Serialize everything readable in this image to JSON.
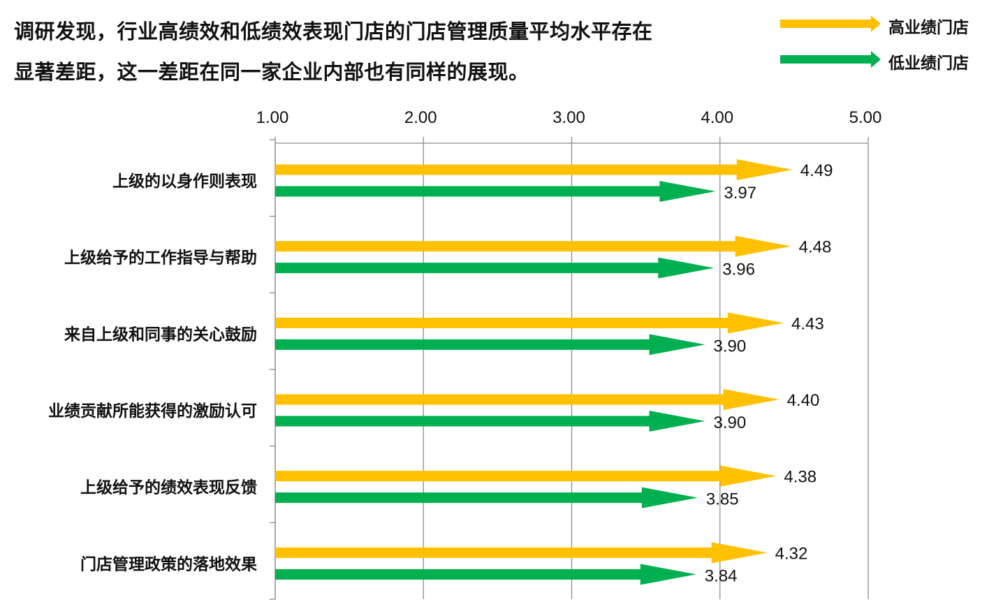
{
  "title_lines": [
    "调研发现，行业高绩效和低绩效表现门店的门店管理质量平均水平存在",
    "显著差距，这一差距在同一家企业内部也有同样的展现。"
  ],
  "chart_data": {
    "type": "bar",
    "orientation": "horizontal",
    "marker": "arrow",
    "categories": [
      "上级的以身作则表现",
      "上级给予的工作指导与帮助",
      "来自上级和同事的关心鼓励",
      "业绩贡献所能获得的激励认可",
      "上级给予的绩效表现反馈",
      "门店管理政策的落地效果"
    ],
    "series": [
      {
        "name": "高业绩门店",
        "color": "#FFC000",
        "values": [
          4.49,
          4.48,
          4.43,
          4.4,
          4.38,
          4.32
        ],
        "labels": [
          "4.49",
          "4.48",
          "4.43",
          "4.40",
          "4.38",
          "4.32"
        ]
      },
      {
        "name": "低业绩门店",
        "color": "#00B050",
        "values": [
          3.97,
          3.96,
          3.9,
          3.9,
          3.85,
          3.84
        ],
        "labels": [
          "3.97",
          "3.96",
          "3.90",
          "3.90",
          "3.85",
          "3.84"
        ]
      }
    ],
    "xlim": [
      1,
      5
    ],
    "xticks": [
      "1.00",
      "2.00",
      "3.00",
      "4.00",
      "5.00"
    ],
    "axis_position": "top",
    "grid": true,
    "legend_placement": "top-right"
  }
}
